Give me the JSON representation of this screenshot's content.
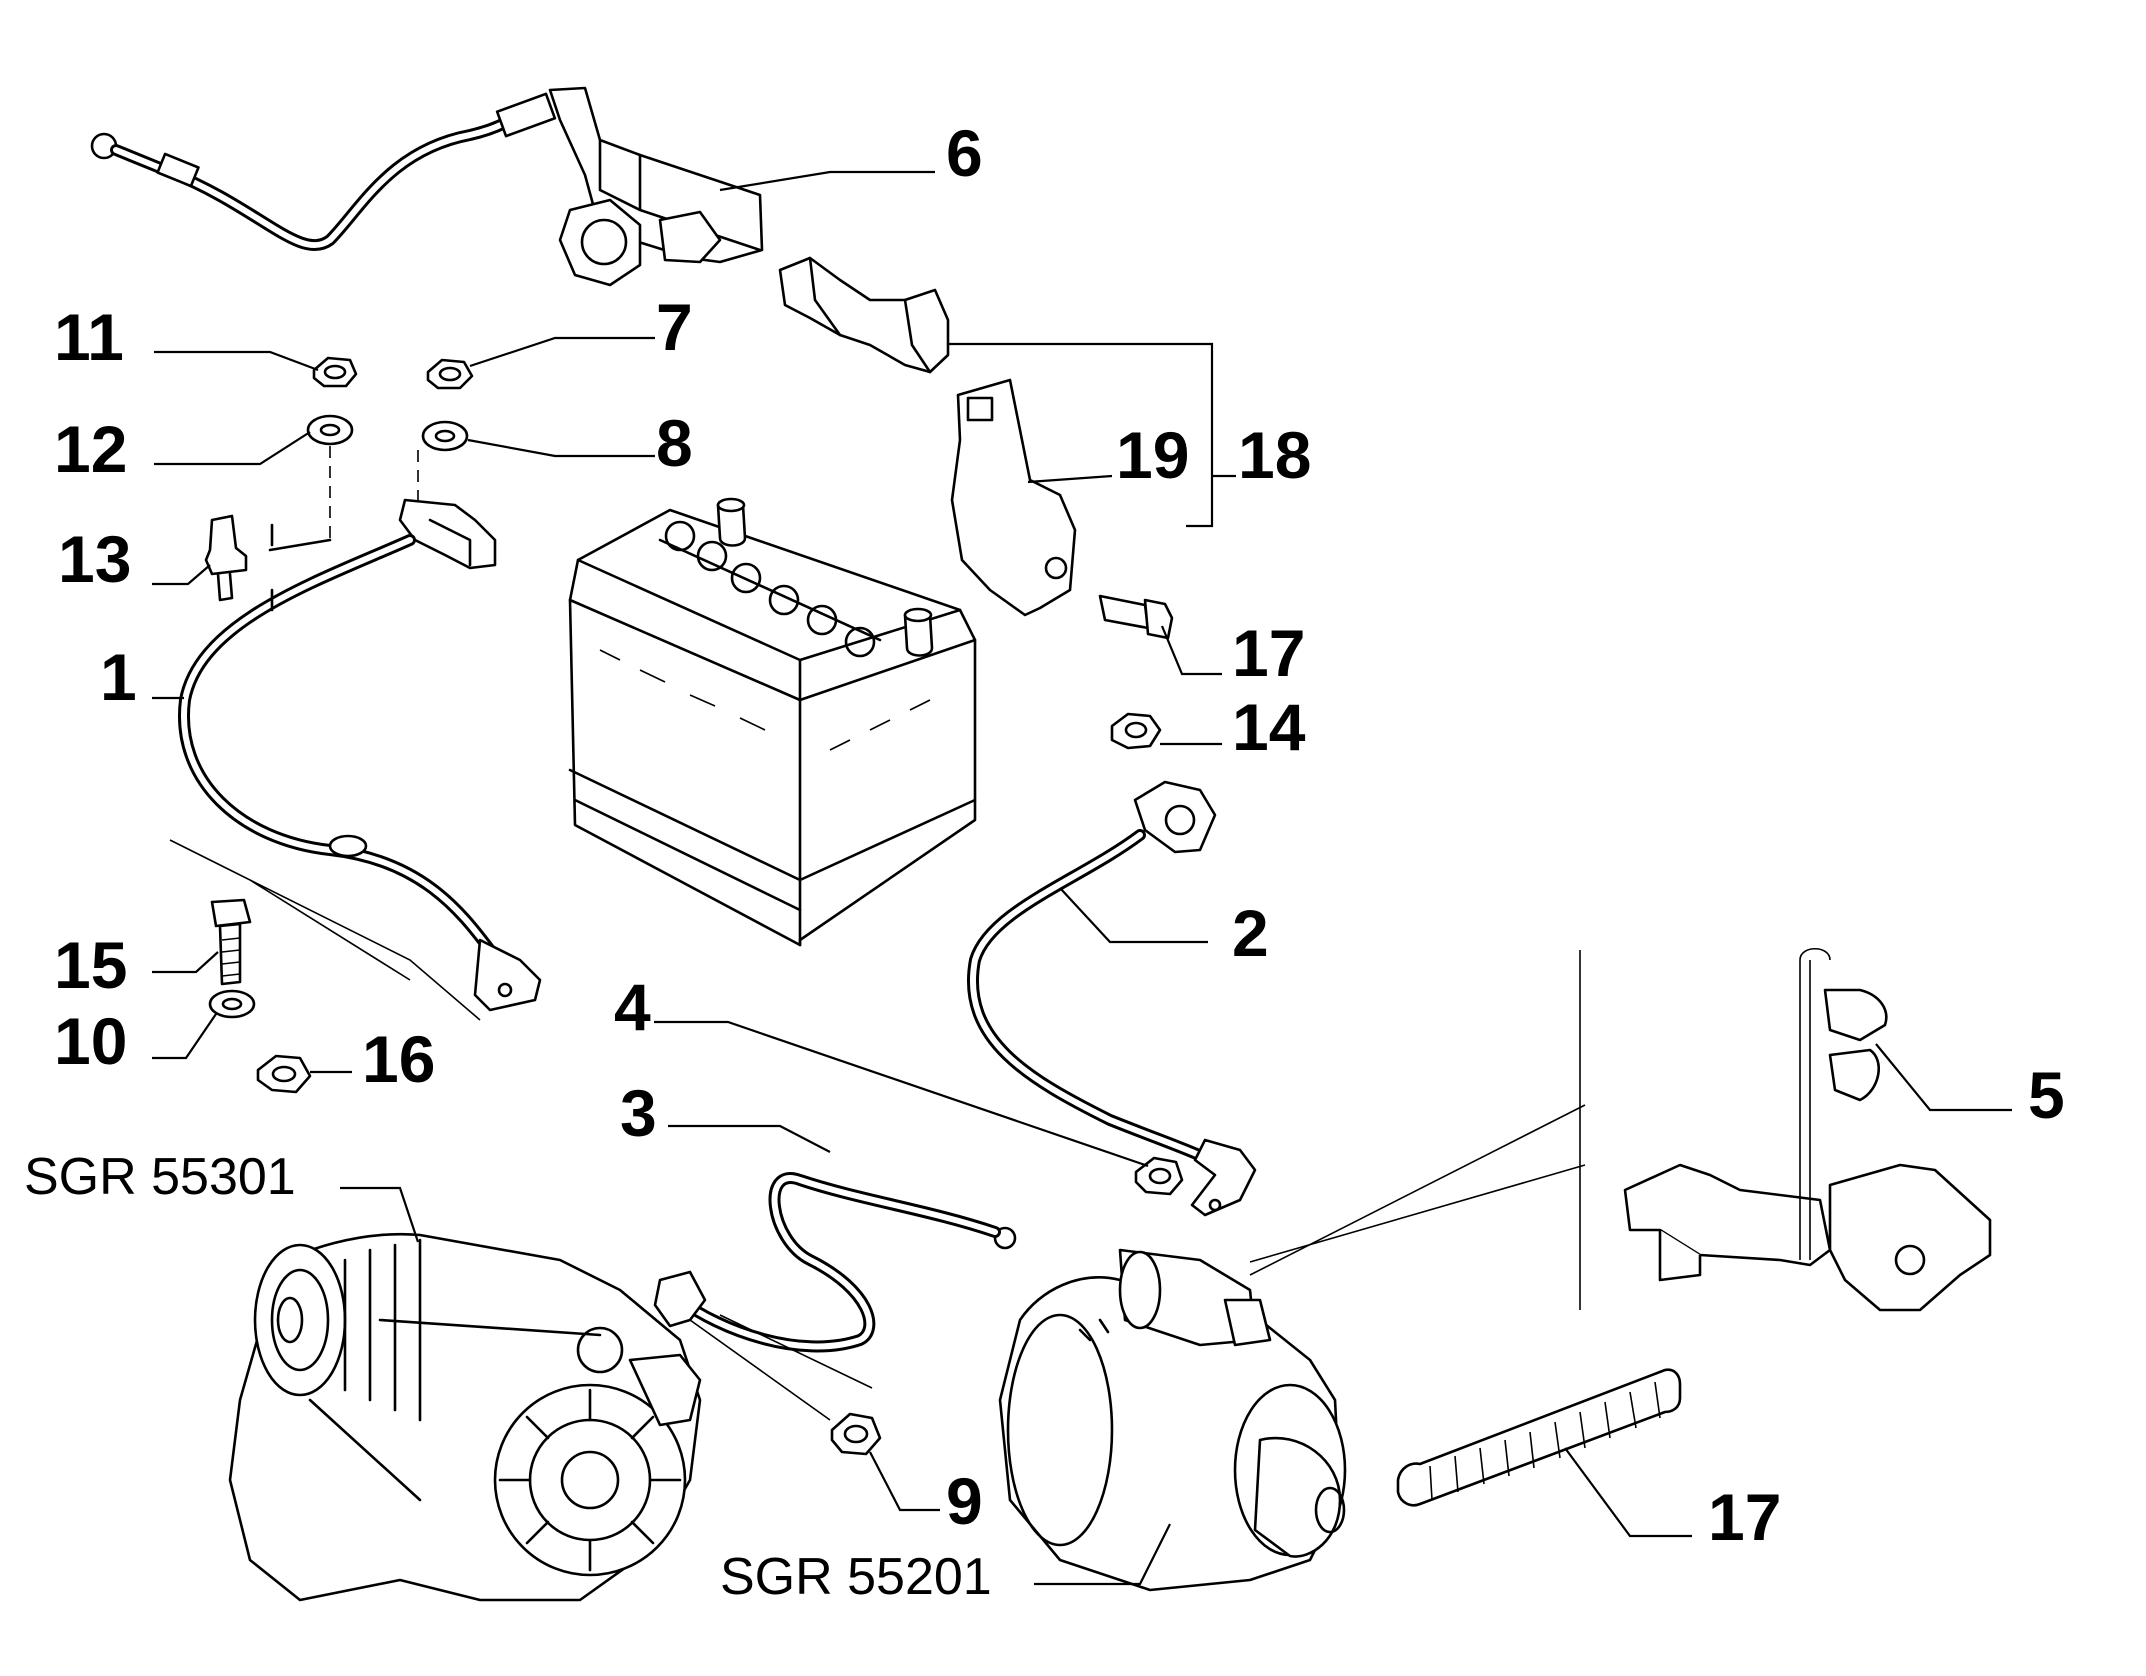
{
  "callouts": {
    "c1": "1",
    "c2": "2",
    "c3": "3",
    "c4": "4",
    "c5": "5",
    "c6": "6",
    "c7": "7",
    "c8": "8",
    "c9": "9",
    "c10": "10",
    "c11": "11",
    "c12": "12",
    "c13": "13",
    "c14": "14",
    "c15": "15",
    "c16": "16",
    "c17a": "17",
    "c17b": "17",
    "c18": "18",
    "c19": "19"
  },
  "references": {
    "alternator": "SGR 55301",
    "starter": "SGR 55201"
  }
}
